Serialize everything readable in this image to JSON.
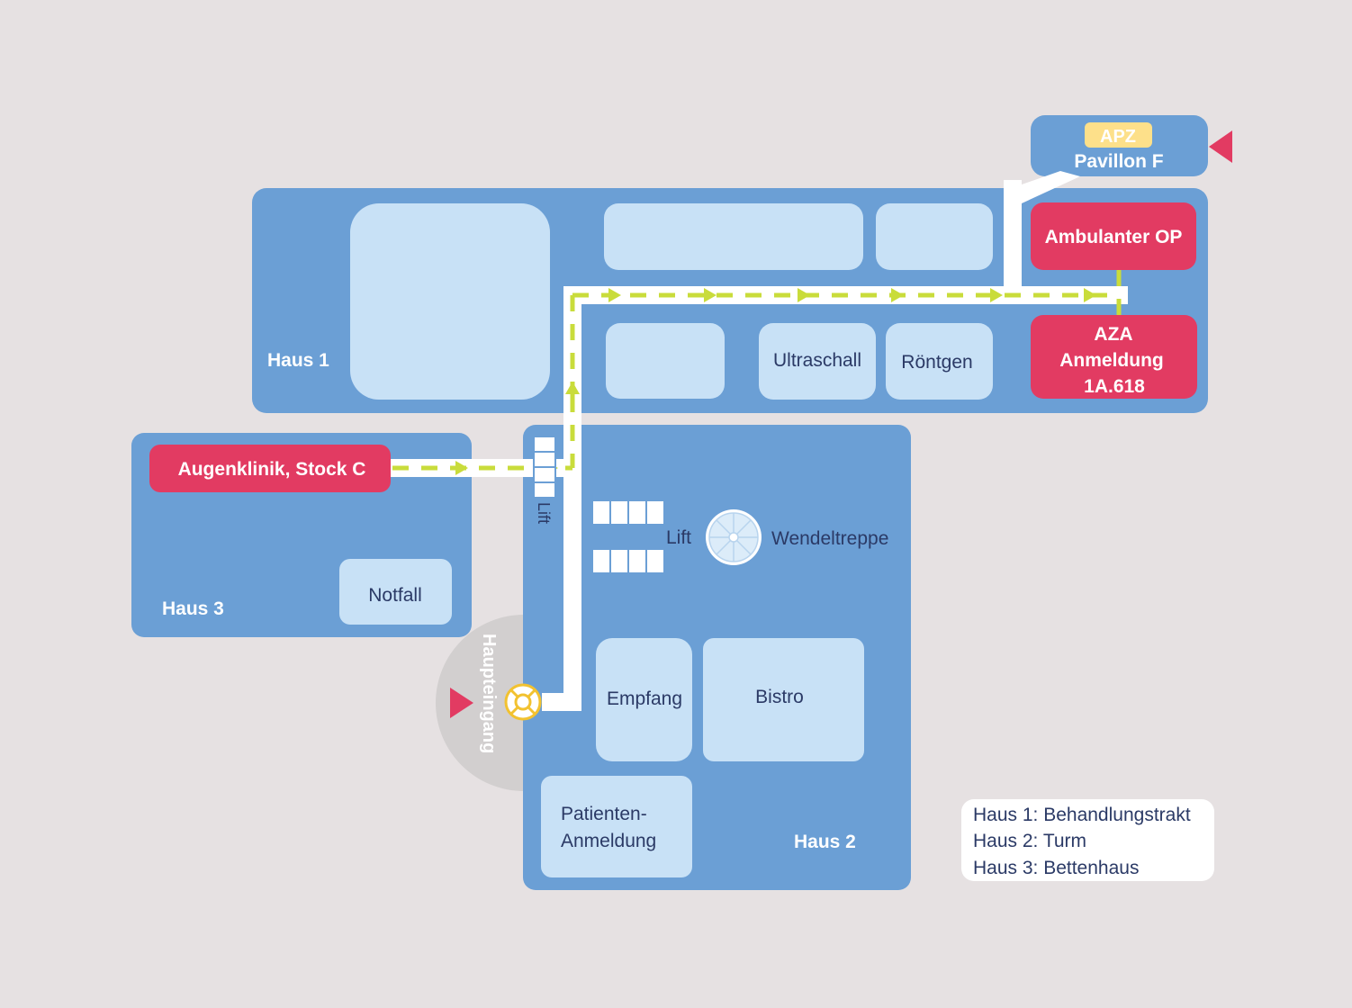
{
  "colors": {
    "background": "#e6e1e2",
    "building": "#6b9fd5",
    "room": "#c8e1f6",
    "highlight": "#e23b62",
    "apz_badge": "#fde08a",
    "route_arrows": "#c9dc3b",
    "route_path": "#ffffff",
    "entrance_circle": "#d2cfcf",
    "entrance_marker": "#f2c230",
    "text_dark": "#2b3a66",
    "text_light": "#ffffff"
  },
  "buildings": {
    "haus1": "Haus 1",
    "haus2": "Haus 2",
    "haus3": "Haus 3"
  },
  "destinations": {
    "apz_badge": "APZ",
    "pavillon": "Pavillon F",
    "ambulanter_op": "Ambulanter OP",
    "aza_line1": "AZA",
    "aza_line2": "Anmeldung",
    "aza_line3": "1A.618",
    "augenklinik": "Augenklinik, Stock C"
  },
  "rooms": {
    "ultraschall": "Ultraschall",
    "roentgen": "Röntgen",
    "notfall": "Notfall",
    "empfang": "Empfang",
    "bistro": "Bistro",
    "patienten_line1": "Patienten-",
    "patienten_line2": "Anmeldung",
    "lift_haus2": "Lift",
    "lift_vertical": "Lift",
    "wendeltreppe": "Wendeltreppe",
    "haupteingang": "Haupteingang"
  },
  "legend": [
    "Haus 1: Behandlungstrakt",
    "Haus 2: Turm",
    "Haus 3: Bettenhaus"
  ],
  "icons": {
    "entrance_arrow": "triangle-right-icon",
    "pavillon_arrow": "triangle-left-icon",
    "entrance_marker": "lifebuoy-icon",
    "staircase": "spiral-staircase-icon",
    "elevator": "elevator-icon"
  }
}
